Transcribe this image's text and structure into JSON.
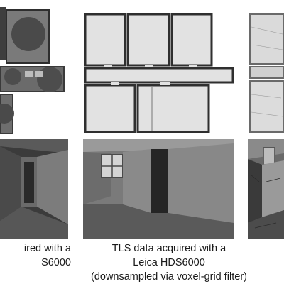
{
  "figure": {
    "captions": {
      "left": {
        "line1": "ired with a",
        "line2": "S6000"
      },
      "middle": {
        "line1": "TLS data acquired with a",
        "line2": "Leica HDS6000",
        "line3": "(downsampled via voxel-grid filter)"
      }
    },
    "colors": {
      "floor_plan_gray": "#6e6e6e",
      "floor_plan_light": "#e3e3e3",
      "wall_outline": "#2f2f2f",
      "render_dark": "#3a3a3a",
      "render_floor": "#555555"
    }
  }
}
